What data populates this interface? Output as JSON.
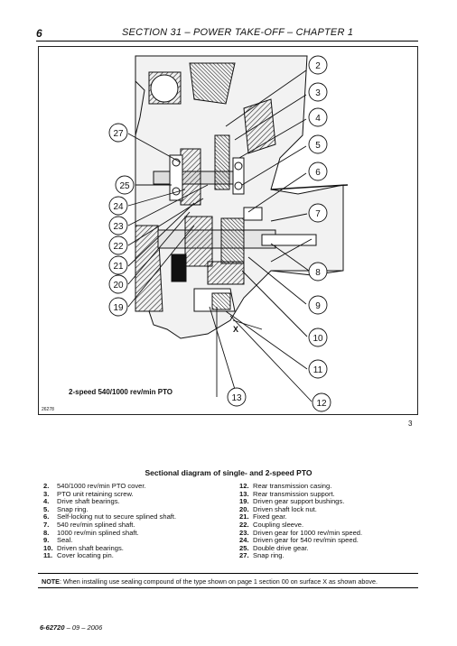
{
  "header": {
    "page_number": "6",
    "title": "SECTION 31 – POWER TAKE-OFF – CHAPTER 1"
  },
  "figure": {
    "caption": "2-speed 540/1000 rev/min PTO",
    "code": "26278",
    "figure_number": "3",
    "surface_label": "X",
    "callouts": [
      "2",
      "3",
      "4",
      "5",
      "6",
      "7",
      "8",
      "9",
      "10",
      "11",
      "12",
      "13",
      "19",
      "20",
      "21",
      "22",
      "23",
      "24",
      "25",
      "27"
    ]
  },
  "section_title": "Sectional diagram of single- and 2-speed PTO",
  "legend_left": [
    {
      "num": "2.",
      "text": "540/1000 rev/min PTO cover."
    },
    {
      "num": "3.",
      "text": "PTO unit retaining screw."
    },
    {
      "num": "4.",
      "text": "Drive shaft bearings."
    },
    {
      "num": "5.",
      "text": "Snap ring."
    },
    {
      "num": "6.",
      "text": "Self-locking nut to secure splined shaft."
    },
    {
      "num": "7.",
      "text": "540 rev/min splined shaft."
    },
    {
      "num": "8.",
      "text": "1000 rev/min splined shaft."
    },
    {
      "num": "9.",
      "text": "Seal."
    },
    {
      "num": "10.",
      "text": "Driven shaft bearings."
    },
    {
      "num": "11.",
      "text": "Cover locating pin."
    }
  ],
  "legend_right": [
    {
      "num": "12.",
      "text": "Rear transmission casing."
    },
    {
      "num": "13.",
      "text": "Rear transmission support."
    },
    {
      "num": "19.",
      "text": "Driven gear support bushings."
    },
    {
      "num": "20.",
      "text": "Driven shaft lock nut."
    },
    {
      "num": "21.",
      "text": "Fixed gear."
    },
    {
      "num": "22.",
      "text": "Coupling sleeve."
    },
    {
      "num": "23.",
      "text": "Driven gear for 1000 rev/min speed."
    },
    {
      "num": "24.",
      "text": "Driven gear for 540 rev/min speed."
    },
    {
      "num": "25.",
      "text": "Double drive gear."
    },
    {
      "num": "27.",
      "text": "Snap ring."
    }
  ],
  "note": {
    "label": "NOTE",
    "text": ": When installing use sealing compound of the type shown on page 1 section 00 on surface X as shown above."
  },
  "footer": {
    "doc_number": "6-62720",
    "date": " – 09 – 2006"
  }
}
